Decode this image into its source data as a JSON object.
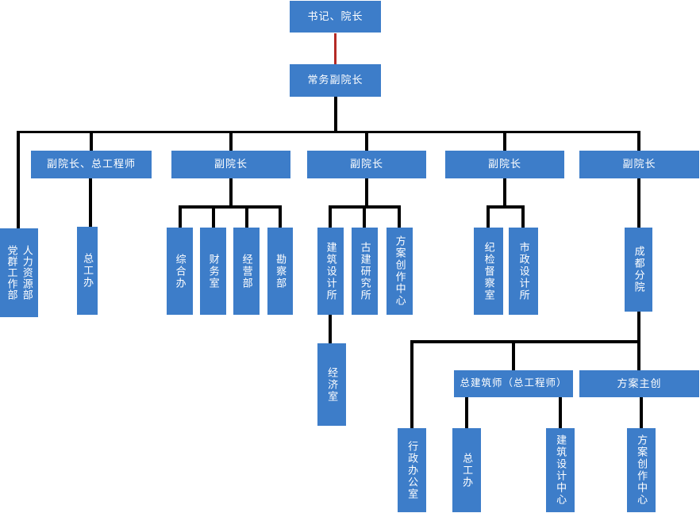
{
  "diagram": {
    "type": "org-chart",
    "colors": {
      "node_fill": "#3d7dc9",
      "node_text": "#ffffff",
      "connector": "#000000",
      "special_connector": "#b42b26",
      "background": "#ffffff"
    },
    "nodes": {
      "shuji": {
        "label": "书记、院长"
      },
      "changwu": {
        "label": "常务副院长"
      },
      "fyz_zgs": {
        "label": "副院长、总工程师"
      },
      "fyz1": {
        "label": "副院长"
      },
      "fyz2": {
        "label": "副院长"
      },
      "fyz3": {
        "label": "副院长"
      },
      "fyz4": {
        "label": "副院长"
      },
      "dangqun": {
        "label": "党群工作部"
      },
      "renli": {
        "label": "人力资源部"
      },
      "zgb1": {
        "label": "总工办"
      },
      "zonghe": {
        "label": "综合办"
      },
      "caiwu": {
        "label": "财务室"
      },
      "jingying": {
        "label": "经营部"
      },
      "kancha": {
        "label": "勘察部"
      },
      "jzsjs": {
        "label": "建筑设计所"
      },
      "gujian": {
        "label": "古建研究所"
      },
      "faczzx1": {
        "label": "方案创作中心"
      },
      "jijian": {
        "label": "纪检督察室"
      },
      "shizheng": {
        "label": "市政设计所"
      },
      "chengdu": {
        "label": "成都分院"
      },
      "jingji": {
        "label": "经济室"
      },
      "zjzs": {
        "label": "总建筑师（总工程师）"
      },
      "fazc": {
        "label": "方案主创"
      },
      "xingzheng": {
        "label": "行政办公室"
      },
      "zgb2": {
        "label": "总工办"
      },
      "jzsjzx": {
        "label": "建筑设计中心"
      },
      "faczzx2": {
        "label": "方案创作中心"
      }
    }
  }
}
